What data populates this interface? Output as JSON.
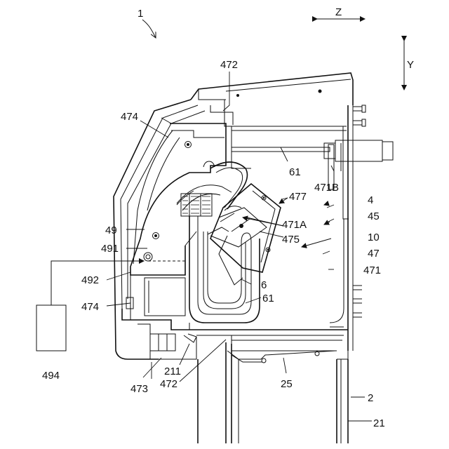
{
  "figure": {
    "device_number": "1",
    "axes": {
      "z": "Z",
      "y": "Y"
    },
    "labels": {
      "l472_top": "472",
      "l474_top": "474",
      "l61_top": "61",
      "l471B": "471B",
      "l477": "477",
      "l4": "4",
      "l45": "45",
      "l471A": "471A",
      "l49": "49",
      "l475": "475",
      "l10": "10",
      "l491": "491",
      "l47": "47",
      "l471": "471",
      "l492": "492",
      "l6": "6",
      "l474_bottom": "474",
      "l61_bottom": "61",
      "l494": "494",
      "l211": "211",
      "l25": "25",
      "l473": "473",
      "l472_bottom": "472",
      "l2": "2",
      "l21": "21"
    }
  }
}
